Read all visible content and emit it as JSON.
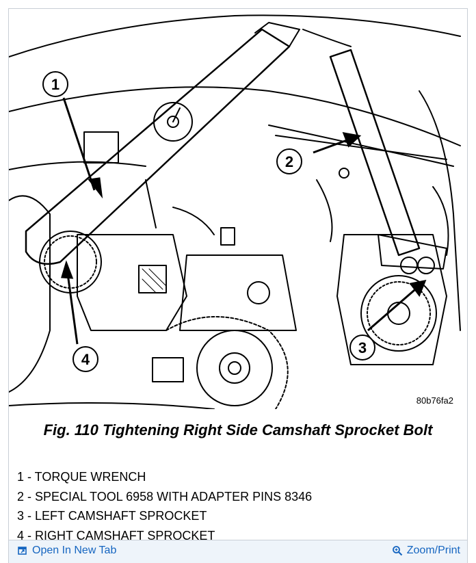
{
  "figure": {
    "callouts": [
      "1",
      "2",
      "3",
      "4"
    ],
    "image_code": "80b76fa2"
  },
  "caption": "Fig. 110 Tightening Right Side Camshaft Sprocket Bolt",
  "legend": [
    "1 - TORQUE WRENCH",
    "2 - SPECIAL TOOL 6958 WITH ADAPTER PINS 8346",
    "3 - LEFT CAMSHAFT SPROCKET",
    "4 - RIGHT CAMSHAFT SPROCKET"
  ],
  "toolbar": {
    "open_label": "Open In New Tab",
    "zoom_label": "Zoom/Print"
  },
  "colors": {
    "link": "#1565c0",
    "toolbar_bg": "#eef4fa"
  },
  "icons": {
    "open": "open-in-new-tab-icon",
    "zoom": "magnifier-icon"
  }
}
